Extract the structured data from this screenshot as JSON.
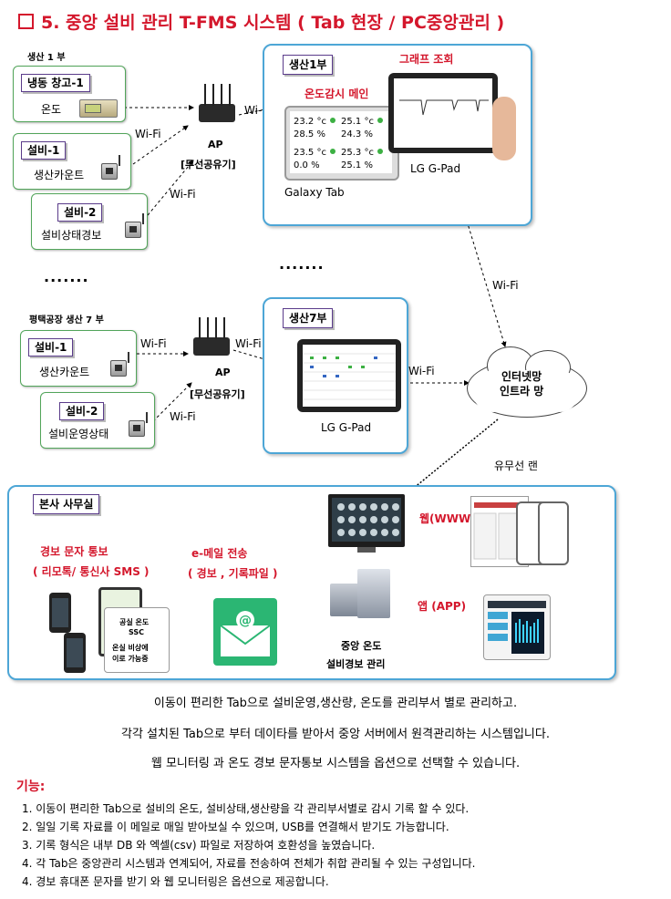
{
  "title": "5. 중앙 설비 관리 T-FMS 시스템 ( Tab 현장 / PC중앙관리 )",
  "section1": {
    "label": "생산 1 부",
    "devices": [
      {
        "tag": "냉동 창고-1",
        "sub": "온도"
      },
      {
        "tag": "설비-1",
        "sub": "생산카운트"
      },
      {
        "tag": "설비-2",
        "sub": "설비상태경보"
      }
    ],
    "wifi": "Wi-Fi",
    "ap": "AP",
    "ap_sub": "[무선공유기]",
    "box_header": "생산1부",
    "monitor_label": "온도감시 메인",
    "graph_label": "그래프 조회",
    "galaxy_tab": "Galaxy Tab",
    "lg_gpad": "LG G-Pad",
    "readings": [
      "23.2 °c",
      "25.1 °c",
      "28.5 %",
      "24.3 %",
      "23.5 °c",
      "25.3 °c",
      "0.0 %",
      "25.1 %"
    ]
  },
  "ellipsis": ".......",
  "section7": {
    "label": "평택공장 생산 7 부",
    "devices": [
      {
        "tag": "설비-1",
        "sub": "생산카운트"
      },
      {
        "tag": "설비-2",
        "sub": "설비운영상태"
      }
    ],
    "wifi": "Wi-Fi",
    "ap": "AP",
    "ap_sub": "[무선공유기]",
    "box_header": "생산7부",
    "lg_gpad": "LG G-Pad"
  },
  "internet": {
    "line1": "인터넷망",
    "line2": "인트라 망"
  },
  "wired_wireless_lan": "유무선 랜",
  "hq": {
    "header": "본사 사무실",
    "alarm_sms": "경보 문자 통보",
    "alarm_sms_sub": "( 리모톡/ 통신사 SMS )",
    "email": "e-메일 전송",
    "email_sub": "( 경보 , 기록파일 )",
    "web": "웹(WWW)",
    "app": "앱   (APP)",
    "central1": "중앙 온도",
    "central2": "설비경보 관리",
    "phone_text": [
      "공실 온도",
      "SSC",
      "온실 비상에",
      "이로 가능중"
    ]
  },
  "description": [
    "이동이 편리한 Tab으로 설비운영,생산량, 온도를 관리부서 별로 관리하고.",
    "각각 설치된 Tab으로 부터 데이타를 받아서 중앙 서버에서 원격관리하는 시스템입니다.",
    "웹 모니터링 과 온도 경보 문자통보 시스템을 옵션으로 선택할 수 있습니다."
  ],
  "features_heading": "기능:",
  "features": [
    "1. 이동이 편리한 Tab으로   설비의 온도, 설비상태,생산량을 각 관리부서별로 감시 기록 할 수 있다.",
    "2. 일일 기록 자료를 이 메일로 매일 받아보실 수 있으며, USB를 연결해서 받기도 가능합니다.",
    "3. 기록 형식은 내부 DB 와 엑셀(csv) 파일로 저장하여 호환성을 높였습니다.",
    "4. 각 Tab은  중앙관리 시스템과 연계되어, 자료를 전송하여 전체가 취합 관리될 수 있는 구성입니다.",
    "4. 경보 휴대폰 문자를 받기 와 웹 모니터링은 옵션으로 제공합니다."
  ]
}
